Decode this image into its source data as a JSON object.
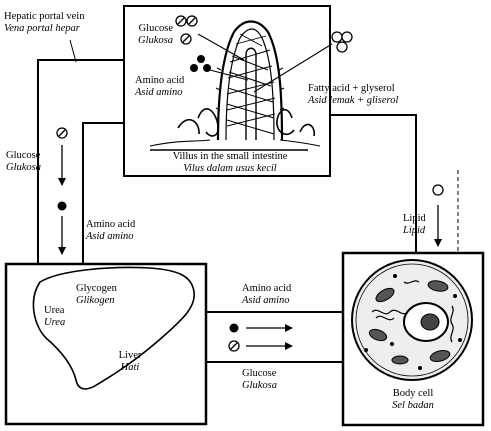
{
  "labels": {
    "portal_vein": {
      "en": "Hepatic portal vein",
      "ms": "Vena portal hepar"
    },
    "glucose_top": {
      "en": "Glucose",
      "ms": "Glukosa"
    },
    "amino_top": {
      "en": "Amino acid",
      "ms": "Asid amino"
    },
    "fatty_acid": {
      "en": "Fatty acid + glyserol",
      "ms": "Asid lemak + gliserol"
    },
    "villus": {
      "en": "Villus in the small intestine",
      "ms": "Vilus dalam usus kecil"
    },
    "glucose_left": {
      "en": "Glucose",
      "ms": "Glukosa"
    },
    "amino_left": {
      "en": "Amino acid",
      "ms": "Asid amino"
    },
    "lipid": {
      "en": "Lipid",
      "ms": "Lipid"
    },
    "glycogen": {
      "en": "Glycogen",
      "ms": "Glikogen"
    },
    "urea": {
      "en": "Urea",
      "ms": "Urea"
    },
    "liver": {
      "en": "Liver",
      "ms": "Hati"
    },
    "amino_mid": {
      "en": "Amino acid",
      "ms": "Asid amino"
    },
    "glucose_mid": {
      "en": "Glucose",
      "ms": "Glukosa"
    },
    "body_cell": {
      "en": "Body cell",
      "ms": "Sel badan"
    }
  },
  "colors": {
    "ink": "#000000",
    "paper": "#ffffff",
    "cell_fill": "#eeeeee"
  },
  "icons": [
    "glucose-molecule-icon",
    "amino-acid-molecule-icon",
    "fatty-acid-molecule-icon"
  ]
}
